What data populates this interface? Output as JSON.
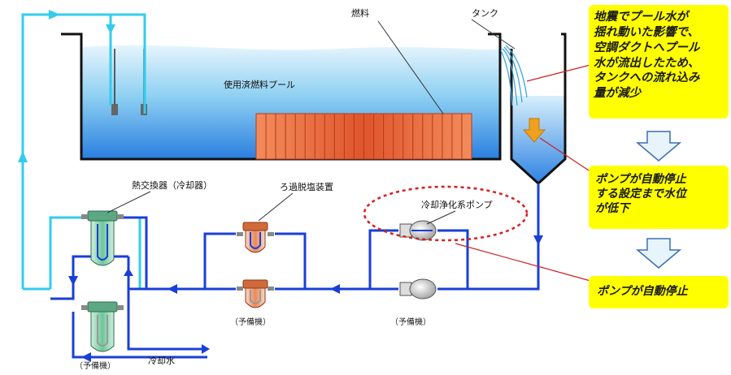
{
  "labels": {
    "pool": "使用済燃料プール",
    "fuel": "燃料",
    "tank": "タンク",
    "heat_exchanger": "熱交換器（冷却器）",
    "filter": "ろ過脱塩装置",
    "pump": "冷却浄化系ポンプ",
    "standby_filter": "（予備機）",
    "standby_pump": "（予備機）",
    "standby_hx": "（予備機）",
    "cooling_water": "冷却水"
  },
  "notes": {
    "note1_lines": [
      "地震でプール水が",
      "揺れ動いた影響で、",
      "空調ダクトへプール",
      "水が流出したため、",
      "タンクへの流れ込み",
      "量が減少"
    ],
    "note2_lines": [
      "ポンプが自動停止",
      "する設定まで水位",
      "が低下"
    ],
    "note3": "ポンプが自動停止"
  },
  "colors": {
    "loop_light": "#33ccee",
    "loop_dark": "#1a3fd6",
    "note_bg": "#ffff00",
    "fuel": "#e8643a",
    "callout_line": "#cc2222"
  }
}
